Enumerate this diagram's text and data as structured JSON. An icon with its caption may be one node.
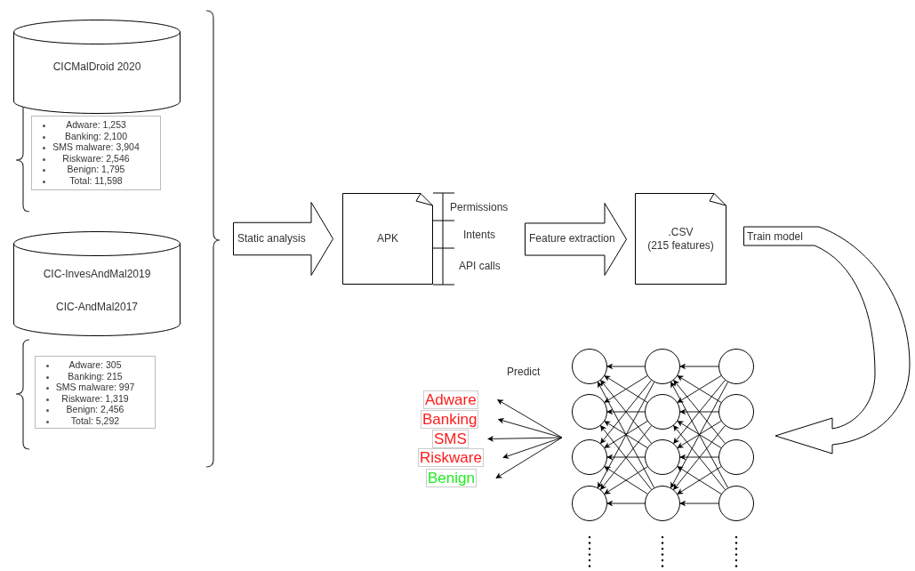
{
  "diagram": {
    "nodes": [
      {
        "text": [
          "CICMalDroid 2020"
        ]
      },
      {
        "text": [
          "Adware: 1,253",
          "Banking: 2,100",
          "SMS malware: 3,904",
          "Riskware: 2,546",
          "Benign: 1,795",
          "Total: 11,598"
        ]
      },
      {
        "text": [
          "CIC-InvesAndMal2019",
          "CIC-AndMal2017"
        ]
      },
      {
        "text": [
          "Adware: 305",
          "Banking: 215",
          "SMS malware: 997",
          "Riskware: 1,319",
          "Benign: 2,456",
          "Total: 5,292"
        ]
      },
      {
        "text": [
          "Static analysis"
        ]
      },
      {
        "text": [
          "APK"
        ]
      },
      {
        "text": [
          "Feature extraction"
        ]
      },
      {
        "text": [
          ".CSV",
          "(215 features)"
        ]
      },
      {
        "text": [
          "Train model"
        ]
      },
      {
        "text": [
          "Adware"
        ]
      },
      {
        "text": [
          "Banking"
        ]
      },
      {
        "text": [
          "SMS"
        ]
      },
      {
        "text": [
          "Riskware"
        ]
      },
      {
        "text": [
          "Benign"
        ]
      },
      {
        "text": [],
        "shape": "circle"
      },
      {
        "text": [],
        "shape": "circle"
      },
      {
        "text": [],
        "shape": "circle"
      },
      {
        "text": [],
        "shape": "circle"
      },
      {
        "text": [],
        "shape": "circle"
      },
      {
        "text": [],
        "shape": "circle"
      },
      {
        "text": [],
        "shape": "circle"
      },
      {
        "text": [],
        "shape": "circle"
      },
      {
        "text": [],
        "shape": "circle"
      },
      {
        "text": [],
        "shape": "circle"
      },
      {
        "text": [],
        "shape": "circle"
      },
      {
        "text": [],
        "shape": "circle"
      }
    ],
    "edges": [
      {
        "from": 18,
        "to": 14,
        "arrow": "to"
      },
      {
        "from": 18,
        "to": 15,
        "arrow": "to"
      },
      {
        "from": 18,
        "to": 16,
        "arrow": "to"
      },
      {
        "from": 18,
        "to": 17,
        "arrow": "to"
      },
      {
        "from": 19,
        "to": 14,
        "arrow": "to"
      },
      {
        "from": 19,
        "to": 15,
        "arrow": "to"
      },
      {
        "from": 19,
        "to": 16,
        "arrow": "to"
      },
      {
        "from": 19,
        "to": 17,
        "arrow": "to"
      },
      {
        "from": 20,
        "to": 14,
        "arrow": "to"
      },
      {
        "from": 20,
        "to": 15,
        "arrow": "to"
      },
      {
        "from": 20,
        "to": 16,
        "arrow": "to"
      },
      {
        "from": 20,
        "to": 17,
        "arrow": "to"
      },
      {
        "from": 21,
        "to": 14,
        "arrow": "to"
      },
      {
        "from": 21,
        "to": 15,
        "arrow": "to"
      },
      {
        "from": 21,
        "to": 16,
        "arrow": "to"
      },
      {
        "from": 21,
        "to": 17,
        "arrow": "to"
      },
      {
        "from": 22,
        "to": 18,
        "arrow": "to"
      },
      {
        "from": 22,
        "to": 19,
        "arrow": "to"
      },
      {
        "from": 22,
        "to": 20,
        "arrow": "to"
      },
      {
        "from": 22,
        "to": 21,
        "arrow": "to"
      },
      {
        "from": 23,
        "to": 18,
        "arrow": "to"
      },
      {
        "from": 23,
        "to": 19,
        "arrow": "to"
      },
      {
        "from": 23,
        "to": 20,
        "arrow": "to"
      },
      {
        "from": 23,
        "to": 21,
        "arrow": "to"
      },
      {
        "from": 24,
        "to": 18,
        "arrow": "to"
      },
      {
        "from": 24,
        "to": 19,
        "arrow": "to"
      },
      {
        "from": 24,
        "to": 20,
        "arrow": "to"
      },
      {
        "from": 24,
        "to": 21,
        "arrow": "to"
      },
      {
        "from": 25,
        "to": 18,
        "arrow": "to"
      },
      {
        "from": 25,
        "to": 19,
        "arrow": "to"
      },
      {
        "from": 25,
        "to": 20,
        "arrow": "to"
      },
      {
        "from": 25,
        "to": 21,
        "arrow": "to"
      },
      {
        "from": null,
        "to": 9,
        "arrow": "to"
      },
      {
        "from": null,
        "to": 10,
        "arrow": "to"
      },
      {
        "from": null,
        "to": 11,
        "arrow": "to"
      },
      {
        "from": null,
        "to": 12,
        "arrow": "to"
      },
      {
        "from": null,
        "to": 13,
        "arrow": "to"
      }
    ],
    "labels": [
      "Permissions",
      "Intents",
      "API calls",
      "Predict"
    ]
  }
}
